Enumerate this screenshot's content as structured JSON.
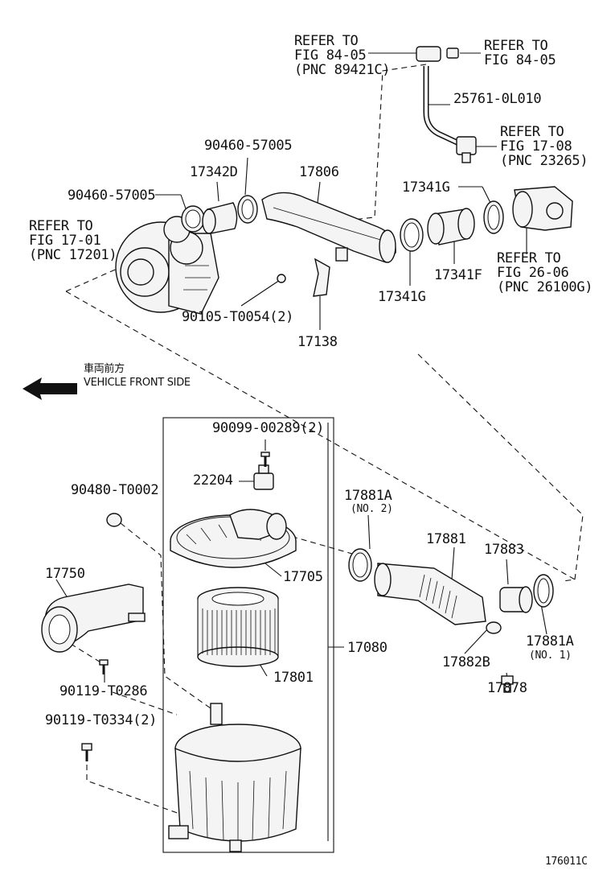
{
  "diagram": {
    "figure_id": "176011C",
    "direction_label": {
      "japanese": "車両前方",
      "english": "VEHICLE FRONT SIDE"
    },
    "labels": {
      "refer_84_05_a": [
        "REFER TO",
        "FIG 84-05",
        "(PNC 89421C)"
      ],
      "refer_84_05_b": [
        "REFER TO",
        "FIG 84-05"
      ],
      "part_25761": "25761-0L010",
      "refer_17_08": [
        "REFER TO",
        "FIG 17-08",
        "(PNC 23265)"
      ],
      "part_90460_a": "90460-57005",
      "part_17342d": "17342D",
      "part_17806": "17806",
      "part_17341g_top": "17341G",
      "part_90460_b": "90460-57005",
      "refer_17_01": [
        "REFER TO",
        "FIG 17-01",
        "(PNC 17201)"
      ],
      "part_17341f": "17341F",
      "refer_26_06": [
        "REFER TO",
        "FIG 26-06",
        "(PNC 26100G)"
      ],
      "part_17341g_bottom": "17341G",
      "part_90105": "90105-T0054(2)",
      "part_17138": "17138",
      "part_90099": "90099-00289(2)",
      "part_22204": "22204",
      "part_90480": "90480-T0002",
      "part_17881a_top": "17881A",
      "part_17881a_top_note": "(NO. 2)",
      "part_17881": "17881",
      "part_17883": "17883",
      "part_17750": "17750",
      "part_17705": "17705",
      "part_17080": "17080",
      "part_17801": "17801",
      "part_90119_a": "90119-T0286",
      "part_90119_b": "90119-T0334(2)",
      "part_17882b": "17882B",
      "part_17878": "17878",
      "part_17881a_bottom": "17881A",
      "part_17881a_bottom_note": "(NO. 1)"
    }
  }
}
